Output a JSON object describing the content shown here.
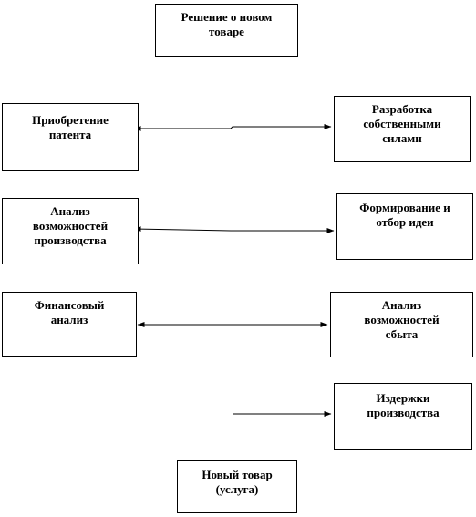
{
  "diagram": {
    "nodes": [
      {
        "id": "decision",
        "label": "Решение о новом\nтоваре"
      },
      {
        "id": "patent",
        "label": "Приобретение\nпатента"
      },
      {
        "id": "own_dev",
        "label": "Разработка\nсобственными\nсилами"
      },
      {
        "id": "prod_analysis",
        "label": "Анализ\nвозможностей\nпроизводства"
      },
      {
        "id": "idea_select",
        "label": "Формирование и\nотбор идеи"
      },
      {
        "id": "fin_analysis",
        "label": "Финансовый\nанализ"
      },
      {
        "id": "sales_analysis",
        "label": "Анализ\nвозможностей\nсбыта"
      },
      {
        "id": "prod_costs",
        "label": "Издержки\nпроизводства"
      },
      {
        "id": "new_product",
        "label": "Новый товар\n(услуга)"
      }
    ],
    "edges": [
      {
        "from": "patent",
        "to": "own_dev",
        "bidirectional": true
      },
      {
        "from": "prod_analysis",
        "to": "idea_select",
        "bidirectional": true
      },
      {
        "from": "fin_analysis",
        "to": "sales_analysis",
        "bidirectional": true
      },
      {
        "from": "",
        "to": "prod_costs",
        "bidirectional": false
      }
    ],
    "line_color": "#000000"
  }
}
